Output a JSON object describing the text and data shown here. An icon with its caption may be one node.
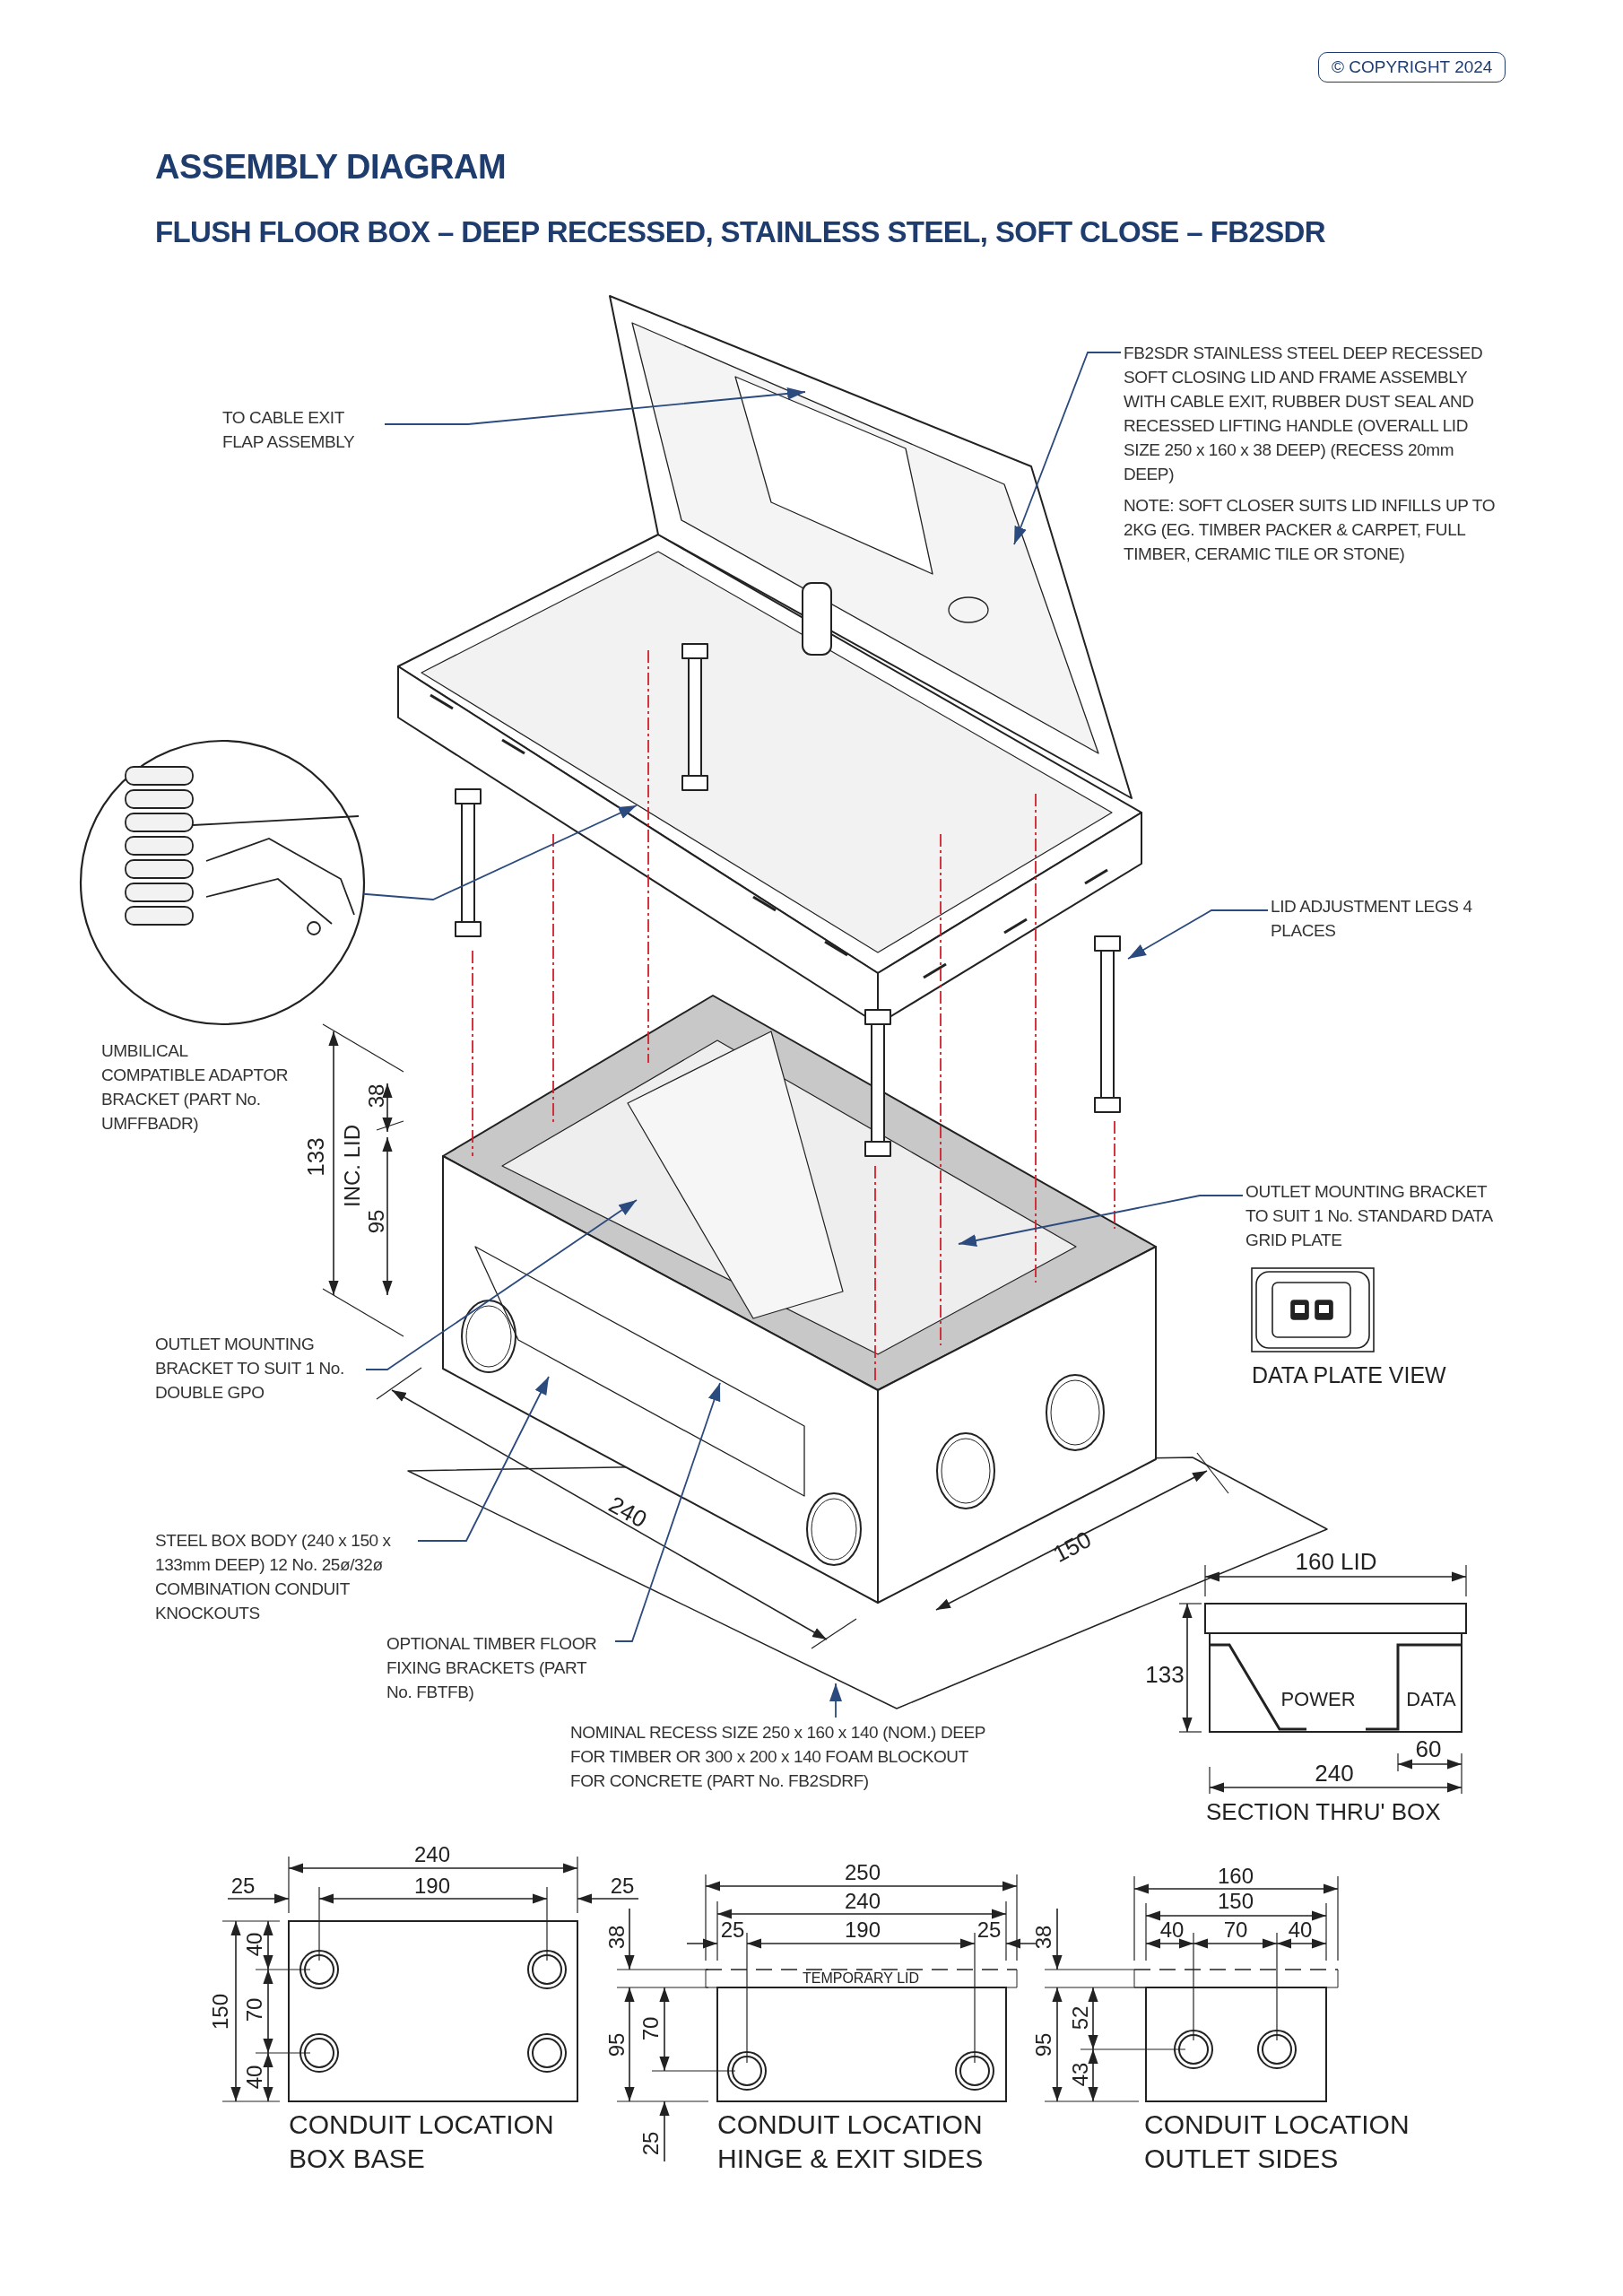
{
  "diagram": {
    "title": "ASSEMBLY DIAGRAM",
    "nodes": [
      {
        "text": [
          "TO CABLE EXIT FLAP ASSEMBLY"
        ]
      },
      {
        "text": [
          "FB2SDR STAINLESS STEEL DEEP RECESSED SOFT CLOSING LID AND FRAME ASSEMBLY WITH CABLE EXIT, RUBBER DUST SEAL AND RECESSED LIFTING HANDLE (OVERALL LID SIZE 250 x 160 x 38 DEEP) (RECESS 20mm DEEP)",
          "NOTE: SOFT CLOSER SUITS LID INFILLS UP TO 2KG (EG. TIMBER PACKER & CARPET, FULL TIMBER, CERAMIC TILE OR STONE)"
        ]
      },
      {
        "text": [],
        "shape": "picture",
        "beside": [
          "UMBILICAL COMPATIBLE ADAPTOR BRACKET (PART No. UMFFBADR)"
        ]
      },
      {
        "text": [
          "LID ADJUSTMENT LEGS 4 PLACES"
        ]
      },
      {
        "text": [
          "OUTLET MOUNTING BRACKET TO SUIT 1 No. STANDARD DATA GRID PLATE"
        ]
      },
      {
        "text": [
          "OUTLET MOUNTING BRACKET TO SUIT 1 No. DOUBLE GPO"
        ]
      },
      {
        "text": [
          "STEEL BOX BODY (240 x 150 x 133mm DEEP) 12 No. 25ø/32ø COMBINATION CONDUIT KNOCKOUTS"
        ]
      },
      {
        "text": [
          "OPTIONAL TIMBER FLOOR FIXING BRACKETS (PART No. FBTFB)"
        ]
      },
      {
        "text": [
          "NOMINAL RECESS SIZE 250 x 160 x 140 (NOM.) DEEP FOR TIMBER OR 300 x 200 x 140 FOAM BLOCKOUT FOR CONCRETE (PART No. FB2SDRF)"
        ]
      }
    ],
    "edges": [
      {
        "from": 0,
        "to": null,
        "arrow": "to"
      },
      {
        "from": 1,
        "to": null,
        "arrow": "to"
      },
      {
        "from": 2,
        "to": null,
        "arrow": "to"
      },
      {
        "from": 3,
        "to": null,
        "arrow": "to"
      },
      {
        "from": 4,
        "to": null,
        "arrow": "to"
      },
      {
        "from": 5,
        "to": null,
        "arrow": "to"
      },
      {
        "from": 6,
        "to": null,
        "arrow": "to"
      },
      {
        "from": 7,
        "to": null,
        "arrow": "to"
      },
      {
        "from": 8,
        "to": null,
        "arrow": "to"
      }
    ],
    "labels": [
      "© COPYRIGHT 2024",
      "FLUSH FLOOR BOX – DEEP RECESSED, STAINLESS STEEL, SOFT CLOSE – FB2SDR",
      "38",
      "133",
      "INC. LID",
      "95",
      "240",
      "150",
      "DATA PLATE VIEW",
      "160 LID",
      "133",
      "POWER",
      "DATA",
      "60",
      "240",
      "SECTION THRU' BOX",
      "240",
      "25",
      "190",
      "25",
      "150",
      "40",
      "70",
      "40",
      "CONDUIT LOCATION BOX BASE",
      "38",
      "95",
      "70",
      "25",
      "250",
      "240",
      "25",
      "190",
      "25",
      "TEMPORARY LID",
      "CONDUIT LOCATION HINGE & EXIT SIDES",
      "38",
      "95",
      "52",
      "43",
      "160",
      "150",
      "40",
      "70",
      "40",
      "CONDUIT LOCATION OUTLET SIDES"
    ]
  }
}
